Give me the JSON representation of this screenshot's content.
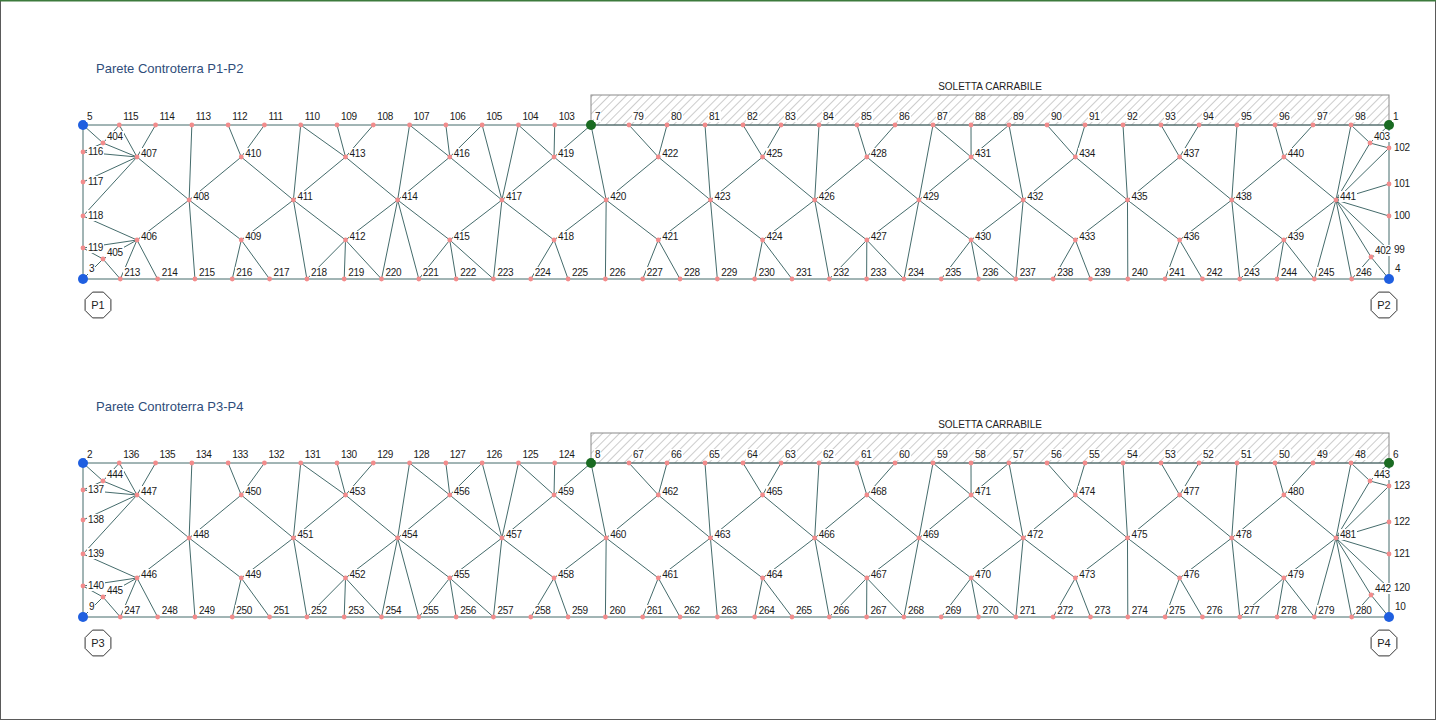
{
  "diagram": {
    "nodes": [
      {
        "text": [
          "P1"
        ]
      },
      {
        "text": [
          "P2"
        ]
      },
      {
        "text": [
          "P3"
        ]
      },
      {
        "text": [
          "P4"
        ]
      }
    ],
    "labels": [
      "Parete Controterra P1-P2",
      "SOLETTA CARRABILE",
      "5",
      "115",
      "114",
      "113",
      "112",
      "111",
      "110",
      "109",
      "108",
      "107",
      "106",
      "105",
      "104",
      "103",
      "7",
      "79",
      "80",
      "81",
      "82",
      "83",
      "84",
      "85",
      "86",
      "87",
      "88",
      "89",
      "90",
      "91",
      "92",
      "93",
      "94",
      "95",
      "96",
      "97",
      "98",
      "1",
      "116",
      "117",
      "118",
      "119",
      "404",
      "405",
      "3",
      "403",
      "102",
      "101",
      "100",
      "99",
      "402",
      "4",
      "213",
      "214",
      "215",
      "216",
      "217",
      "218",
      "219",
      "220",
      "221",
      "222",
      "223",
      "224",
      "225",
      "226",
      "227",
      "228",
      "229",
      "230",
      "231",
      "232",
      "233",
      "234",
      "235",
      "236",
      "237",
      "238",
      "239",
      "240",
      "241",
      "242",
      "243",
      "244",
      "245",
      "246",
      "407",
      "406",
      "408",
      "410",
      "409",
      "411",
      "413",
      "412",
      "414",
      "416",
      "415",
      "417",
      "419",
      "418",
      "420",
      "422",
      "421",
      "423",
      "425",
      "424",
      "426",
      "428",
      "427",
      "429",
      "431",
      "430",
      "432",
      "434",
      "433",
      "435",
      "437",
      "436",
      "438",
      "440",
      "439",
      "441",
      "Parete Controterra P3-P4",
      "SOLETTA CARRABILE",
      "2",
      "136",
      "135",
      "134",
      "133",
      "132",
      "131",
      "130",
      "129",
      "128",
      "127",
      "126",
      "125",
      "124",
      "8",
      "67",
      "66",
      "65",
      "64",
      "63",
      "62",
      "61",
      "60",
      "59",
      "58",
      "57",
      "56",
      "55",
      "54",
      "53",
      "52",
      "51",
      "50",
      "49",
      "48",
      "6",
      "137",
      "138",
      "139",
      "140",
      "444",
      "445",
      "9",
      "443",
      "123",
      "122",
      "121",
      "120",
      "442",
      "10",
      "247",
      "248",
      "249",
      "250",
      "251",
      "252",
      "253",
      "254",
      "255",
      "256",
      "257",
      "258",
      "259",
      "260",
      "261",
      "262",
      "263",
      "264",
      "265",
      "266",
      "267",
      "268",
      "269",
      "270",
      "271",
      "272",
      "273",
      "274",
      "275",
      "276",
      "277",
      "278",
      "279",
      "280",
      "447",
      "446",
      "448",
      "450",
      "449",
      "451",
      "453",
      "452",
      "454",
      "456",
      "455",
      "457",
      "459",
      "458",
      "460",
      "462",
      "461",
      "463",
      "465",
      "464",
      "466",
      "468",
      "467",
      "469",
      "471",
      "470",
      "472",
      "474",
      "473",
      "475",
      "477",
      "476",
      "478",
      "480",
      "479",
      "481"
    ]
  }
}
